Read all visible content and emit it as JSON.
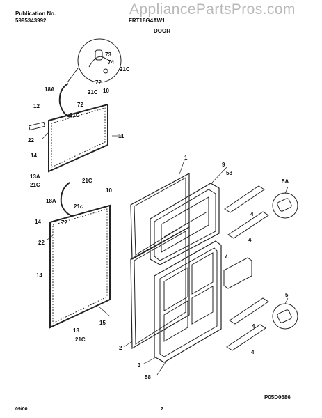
{
  "header": {
    "publication_label": "Publication No.",
    "publication_number": "5995343992",
    "model_code": "FRT18G4AW1",
    "watermark": "AppliancePartsPros.com",
    "section_title": "DOOR"
  },
  "footer": {
    "date": "09/00",
    "page": "2",
    "drawing_number": "P05D0686"
  },
  "callouts": {
    "c73": "73",
    "c74": "74",
    "c72a": "72",
    "c72b": "72",
    "c72c": "72",
    "c21c_1": "21C",
    "c21c_2": "21C",
    "c21c_3": "21C",
    "c21c_4": "21C",
    "c21c_5": "21C",
    "c21c_6": "21C",
    "c21c_small": "21c",
    "c18a_1": "18A",
    "c18a_2": "18A",
    "c10a": "10",
    "c10b": "10",
    "c12": "12",
    "c22a": "22",
    "c22b": "22",
    "c14a": "14",
    "c14b": "14",
    "c14c": "14",
    "c13a": "13A",
    "c13": "13",
    "c11": "11",
    "c15": "15",
    "c1": "1",
    "c2": "2",
    "c3": "3",
    "c9": "9",
    "c58a": "58",
    "c58b": "58",
    "c5a": "5A",
    "c5": "5",
    "c4a": "4",
    "c4b": "4",
    "c4c": "4",
    "c4d": "4",
    "c7": "7"
  }
}
